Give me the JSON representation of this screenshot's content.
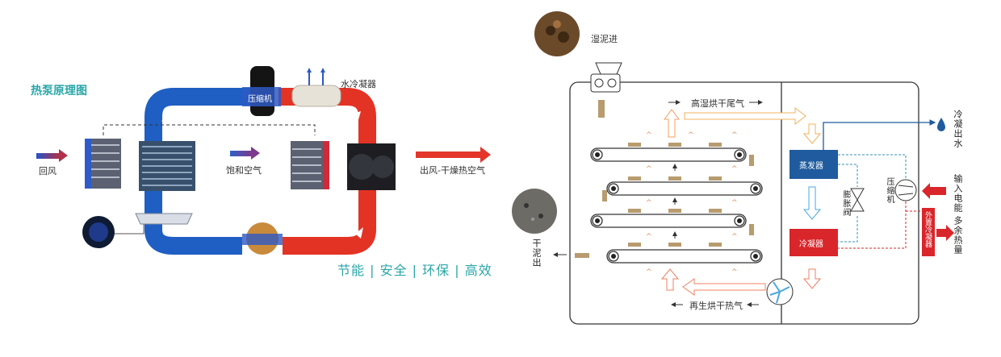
{
  "left": {
    "title": "热泵原理图",
    "labels": {
      "return_air": "回风",
      "saturated_air": "饱和空气",
      "outlet": "出风-干燥热空气",
      "water_condenser": "水冷凝器",
      "compressor": "压缩机"
    },
    "slogan": "节能 | 安全 | 环保 | 高效"
  },
  "right": {
    "labels": {
      "wet_sludge_in": "湿泥进",
      "dry_sludge_out": "干泥出",
      "high_humidity_exhaust": "高湿烘干尾气",
      "regen_hot_air": "再生烘干热气",
      "evaporator": "蒸发器",
      "condenser": "冷凝器",
      "expansion_valve": "膨胀阀",
      "compressor": "压缩机",
      "external_condenser": "外置冷凝器",
      "condensate_out": "冷凝出水",
      "power_input": "输入电能",
      "excess_heat": "多余热量"
    }
  },
  "colors": {
    "cold": "#1f5fc4",
    "hot": "#e33325",
    "teal": "#2aa6a8",
    "evap_box": "#1f5b9e",
    "cond_box": "#d9262a"
  }
}
